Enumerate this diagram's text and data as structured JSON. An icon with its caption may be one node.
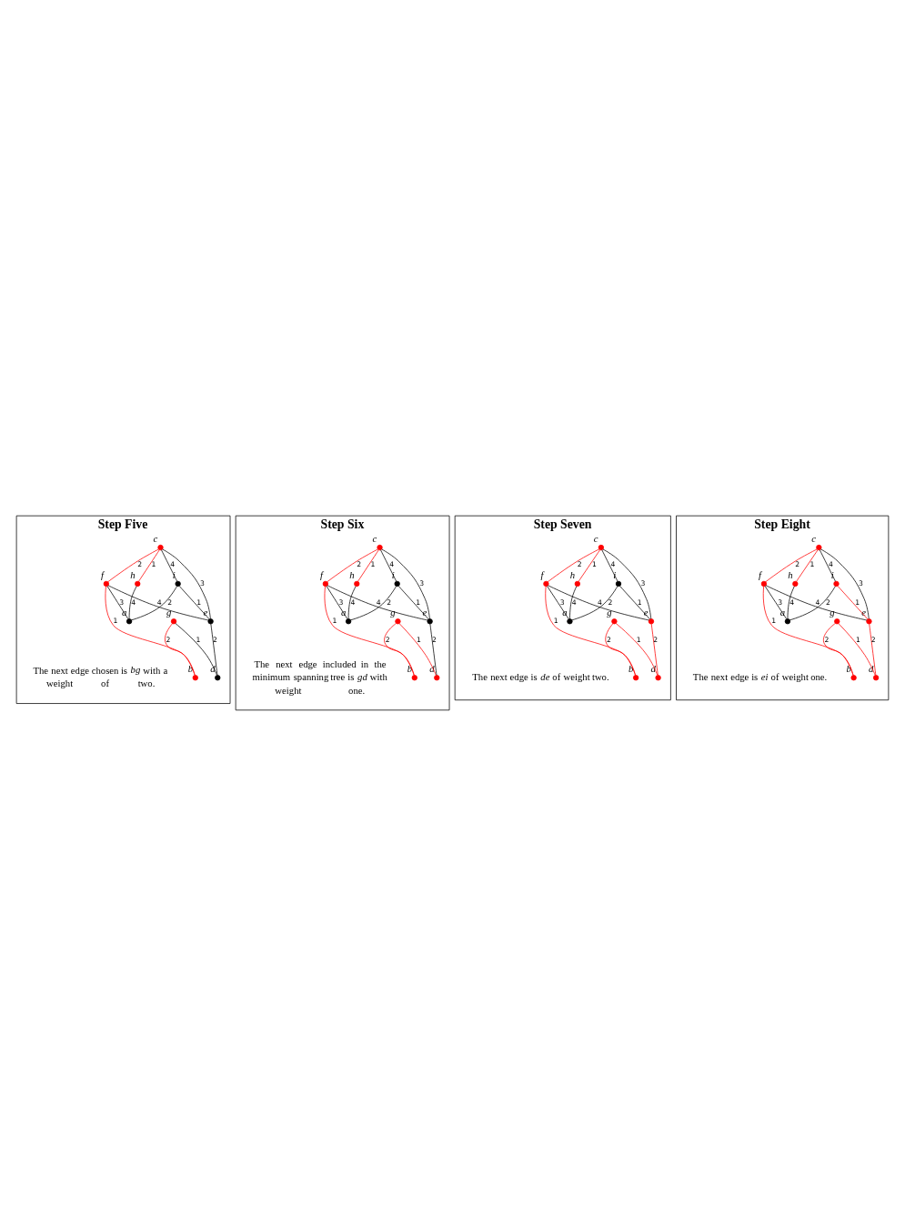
{
  "diagram": {
    "nodes": [
      {
        "text": [
          "Step Five",
          "The next edge chosen is *bg* with a weight of two."
        ]
      },
      {
        "text": [],
        "shape": "circle",
        "beside": [
          "c"
        ],
        "in": 0
      },
      {
        "text": [],
        "shape": "circle",
        "beside": [
          "h"
        ],
        "in": 0
      },
      {
        "text": [],
        "shape": "circle",
        "beside": [
          "f"
        ],
        "in": 0
      },
      {
        "text": [],
        "shape": "circle",
        "beside": [
          "i"
        ],
        "in": 0
      },
      {
        "text": [],
        "shape": "circle",
        "beside": [
          "g"
        ],
        "in": 0
      },
      {
        "text": [],
        "shape": "circle",
        "beside": [
          "e"
        ],
        "in": 0
      },
      {
        "text": [],
        "shape": "circle",
        "beside": [
          "a"
        ],
        "in": 0
      },
      {
        "text": [],
        "shape": "circle",
        "beside": [
          "b"
        ],
        "in": 0
      },
      {
        "text": [],
        "shape": "circle",
        "beside": [
          "d"
        ],
        "in": 0
      },
      {
        "text": [
          "Step Six",
          "The next edge included in the minimum spanning tree is *gd* with weight one."
        ]
      },
      {
        "text": [],
        "shape": "circle",
        "beside": [
          "c"
        ],
        "in": 10
      },
      {
        "text": [],
        "shape": "circle",
        "beside": [
          "h"
        ],
        "in": 10
      },
      {
        "text": [],
        "shape": "circle",
        "beside": [
          "f"
        ],
        "in": 10
      },
      {
        "text": [],
        "shape": "circle",
        "beside": [
          "i"
        ],
        "in": 10
      },
      {
        "text": [],
        "shape": "circle",
        "beside": [
          "g"
        ],
        "in": 10
      },
      {
        "text": [],
        "shape": "circle",
        "beside": [
          "e"
        ],
        "in": 10
      },
      {
        "text": [],
        "shape": "circle",
        "beside": [
          "a"
        ],
        "in": 10
      },
      {
        "text": [],
        "shape": "circle",
        "beside": [
          "b"
        ],
        "in": 10
      },
      {
        "text": [],
        "shape": "circle",
        "beside": [
          "d"
        ],
        "in": 10
      },
      {
        "text": [
          "Step Seven",
          "The next edge is *de* of weight two."
        ]
      },
      {
        "text": [],
        "shape": "circle",
        "beside": [
          "c"
        ],
        "in": 20
      },
      {
        "text": [],
        "shape": "circle",
        "beside": [
          "h"
        ],
        "in": 20
      },
      {
        "text": [],
        "shape": "circle",
        "beside": [
          "f"
        ],
        "in": 20
      },
      {
        "text": [],
        "shape": "circle",
        "beside": [
          "i"
        ],
        "in": 20
      },
      {
        "text": [],
        "shape": "circle",
        "beside": [
          "g"
        ],
        "in": 20
      },
      {
        "text": [],
        "shape": "circle",
        "beside": [
          "e"
        ],
        "in": 20
      },
      {
        "text": [],
        "shape": "circle",
        "beside": [
          "a"
        ],
        "in": 20
      },
      {
        "text": [],
        "shape": "circle",
        "beside": [
          "b"
        ],
        "in": 20
      },
      {
        "text": [],
        "shape": "circle",
        "beside": [
          "d"
        ],
        "in": 20
      },
      {
        "text": [
          "Step Eight",
          "The next edge is *ei* of weight one."
        ]
      },
      {
        "text": [],
        "shape": "circle",
        "beside": [
          "c"
        ],
        "in": 30
      },
      {
        "text": [],
        "shape": "circle",
        "beside": [
          "h"
        ],
        "in": 30
      },
      {
        "text": [],
        "shape": "circle",
        "beside": [
          "f"
        ],
        "in": 30
      },
      {
        "text": [],
        "shape": "circle",
        "beside": [
          "i"
        ],
        "in": 30
      },
      {
        "text": [],
        "shape": "circle",
        "beside": [
          "g"
        ],
        "in": 30
      },
      {
        "text": [],
        "shape": "circle",
        "beside": [
          "e"
        ],
        "in": 30
      },
      {
        "text": [],
        "shape": "circle",
        "beside": [
          "a"
        ],
        "in": 30
      },
      {
        "text": [],
        "shape": "circle",
        "beside": [
          "b"
        ],
        "in": 30
      },
      {
        "text": [],
        "shape": "circle",
        "beside": [
          "d"
        ],
        "in": 30
      }
    ],
    "edges": [
      {
        "from": 1,
        "to": 2,
        "arrow": "none",
        "label": "1",
        "color": "#ff0000"
      },
      {
        "from": 1,
        "to": 3,
        "arrow": "none",
        "label": "2",
        "color": "#ff0000"
      },
      {
        "from": 1,
        "to": 6,
        "arrow": "none",
        "label": "3"
      },
      {
        "from": 1,
        "to": 4,
        "arrow": "none",
        "label": "4"
      },
      {
        "from": 2,
        "to": 7,
        "arrow": "none",
        "label": "4"
      },
      {
        "from": 3,
        "to": 7,
        "arrow": "none",
        "label": "3"
      },
      {
        "from": 3,
        "to": 6,
        "arrow": "none",
        "label": "4"
      },
      {
        "from": 3,
        "to": 8,
        "arrow": "none",
        "label": "1",
        "color": "#ff0000"
      },
      {
        "from": 5,
        "to": 8,
        "arrow": "none",
        "label": "2",
        "color": "#ff0000"
      },
      {
        "from": 5,
        "to": 9,
        "arrow": "none",
        "label": "1"
      },
      {
        "from": 6,
        "to": 9,
        "arrow": "none",
        "label": "2"
      },
      {
        "from": 4,
        "to": 6,
        "arrow": "none",
        "label": "1"
      },
      {
        "from": 7,
        "to": 4,
        "arrow": "none",
        "label": "2"
      },
      {
        "from": 11,
        "to": 12,
        "arrow": "none",
        "label": "1",
        "color": "#ff0000"
      },
      {
        "from": 11,
        "to": 13,
        "arrow": "none",
        "label": "2",
        "color": "#ff0000"
      },
      {
        "from": 11,
        "to": 16,
        "arrow": "none",
        "label": "3"
      },
      {
        "from": 11,
        "to": 14,
        "arrow": "none",
        "label": "4"
      },
      {
        "from": 12,
        "to": 17,
        "arrow": "none",
        "label": "4"
      },
      {
        "from": 13,
        "to": 17,
        "arrow": "none",
        "label": "3"
      },
      {
        "from": 13,
        "to": 16,
        "arrow": "none",
        "label": "4"
      },
      {
        "from": 13,
        "to": 18,
        "arrow": "none",
        "label": "1",
        "color": "#ff0000"
      },
      {
        "from": 15,
        "to": 18,
        "arrow": "none",
        "label": "2",
        "color": "#ff0000"
      },
      {
        "from": 15,
        "to": 19,
        "arrow": "none",
        "label": "1",
        "color": "#ff0000"
      },
      {
        "from": 16,
        "to": 19,
        "arrow": "none",
        "label": "2"
      },
      {
        "from": 14,
        "to": 16,
        "arrow": "none",
        "label": "1"
      },
      {
        "from": 17,
        "to": 14,
        "arrow": "none",
        "label": "2"
      },
      {
        "from": 21,
        "to": 22,
        "arrow": "none",
        "label": "1",
        "color": "#ff0000"
      },
      {
        "from": 21,
        "to": 23,
        "arrow": "none",
        "label": "2",
        "color": "#ff0000"
      },
      {
        "from": 21,
        "to": 26,
        "arrow": "none",
        "label": "3"
      },
      {
        "from": 21,
        "to": 24,
        "arrow": "none",
        "label": "4"
      },
      {
        "from": 22,
        "to": 27,
        "arrow": "none",
        "label": "4"
      },
      {
        "from": 23,
        "to": 27,
        "arrow": "none",
        "label": "3"
      },
      {
        "from": 23,
        "to": 26,
        "arrow": "none",
        "label": "4"
      },
      {
        "from": 23,
        "to": 28,
        "arrow": "none",
        "label": "1",
        "color": "#ff0000"
      },
      {
        "from": 25,
        "to": 28,
        "arrow": "none",
        "label": "2",
        "color": "#ff0000"
      },
      {
        "from": 25,
        "to": 29,
        "arrow": "none",
        "label": "1",
        "color": "#ff0000"
      },
      {
        "from": 26,
        "to": 29,
        "arrow": "none",
        "label": "2",
        "color": "#ff0000"
      },
      {
        "from": 24,
        "to": 26,
        "arrow": "none",
        "label": "1"
      },
      {
        "from": 27,
        "to": 24,
        "arrow": "none",
        "label": "2"
      },
      {
        "from": 31,
        "to": 32,
        "arrow": "none",
        "label": "1",
        "color": "#ff0000"
      },
      {
        "from": 31,
        "to": 33,
        "arrow": "none",
        "label": "2",
        "color": "#ff0000"
      },
      {
        "from": 31,
        "to": 36,
        "arrow": "none",
        "label": "3"
      },
      {
        "from": 31,
        "to": 34,
        "arrow": "none",
        "label": "4"
      },
      {
        "from": 32,
        "to": 37,
        "arrow": "none",
        "label": "4"
      },
      {
        "from": 33,
        "to": 37,
        "arrow": "none",
        "label": "3"
      },
      {
        "from": 33,
        "to": 36,
        "arrow": "none",
        "label": "4"
      },
      {
        "from": 33,
        "to": 38,
        "arrow": "none",
        "label": "1",
        "color": "#ff0000"
      },
      {
        "from": 35,
        "to": 38,
        "arrow": "none",
        "label": "2",
        "color": "#ff0000"
      },
      {
        "from": 35,
        "to": 39,
        "arrow": "none",
        "label": "1",
        "color": "#ff0000"
      },
      {
        "from": 36,
        "to": 39,
        "arrow": "none",
        "label": "2",
        "color": "#ff0000"
      },
      {
        "from": 34,
        "to": 36,
        "arrow": "none",
        "label": "1",
        "color": "#ff0000"
      },
      {
        "from": 37,
        "to": 34,
        "arrow": "none",
        "label": "2"
      }
    ]
  }
}
